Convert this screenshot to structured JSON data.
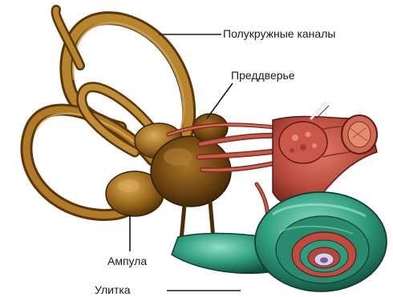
{
  "labels": {
    "canals": "Полукружные каналы",
    "vestibule": "Преддверье",
    "ampulla": "Ампула",
    "cochlea": "Улитка"
  },
  "colors": {
    "bone": "#9c6a1e",
    "bone_light": "#c99a45",
    "bone_dark": "#5a3608",
    "nerve": "#b84a3c",
    "nerve_dark": "#7e2a20",
    "cochlea": "#2f9c7e",
    "cochlea_light": "#6fd0b0",
    "cochlea_dark": "#155a47",
    "leader": "#1a1a1a"
  }
}
